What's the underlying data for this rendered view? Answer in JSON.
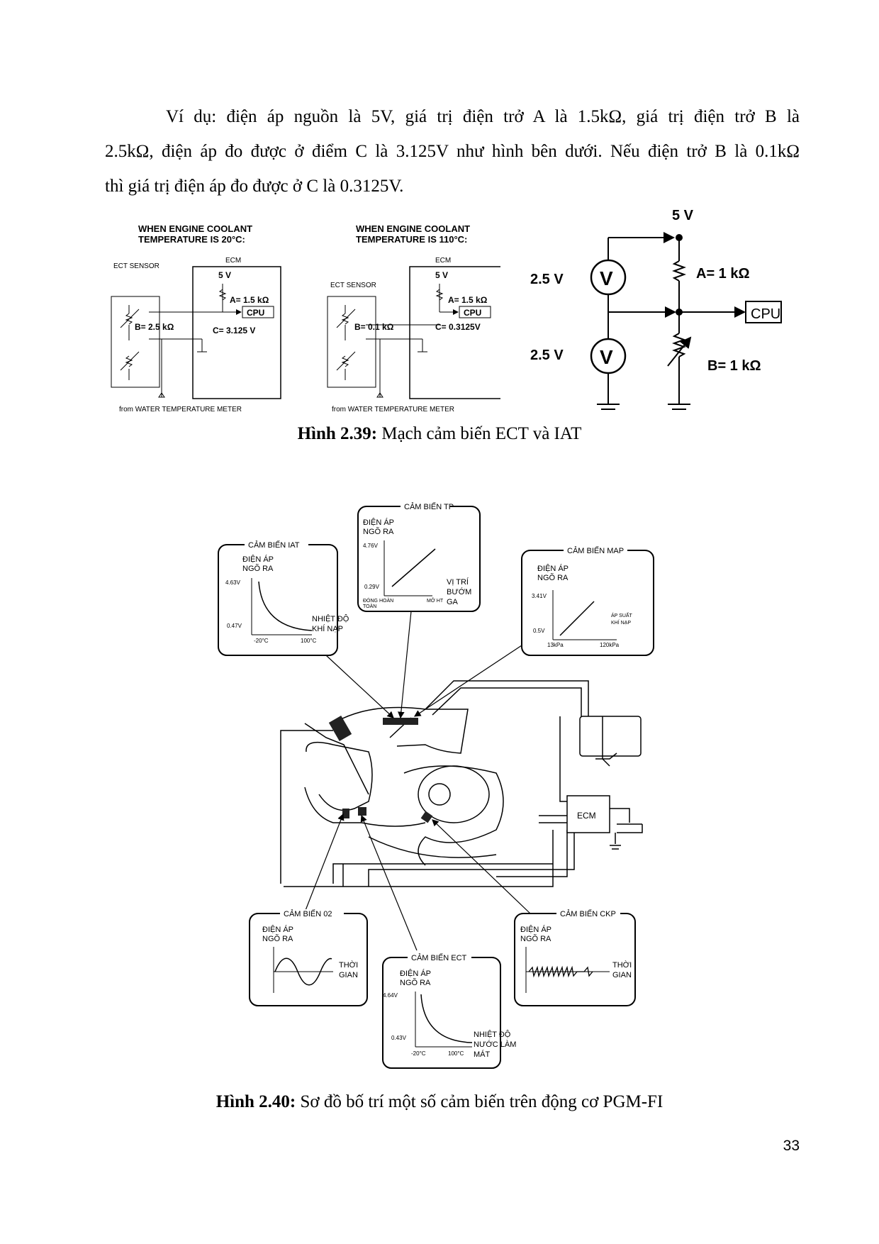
{
  "paragraph": {
    "line1": "Ví dụ: điện áp nguồn là 5V, giá trị điện trở A là 1.5kΩ, giá trị điện trở B là",
    "line2": "2.5kΩ, điện áp đo được ở điểm C là 3.125V như hình bên dưới. Nếu điện trở B là 0.1kΩ",
    "line3": "thì giá trị điện áp đo được ở C là 0.3125V."
  },
  "fig39": {
    "left": {
      "title1": "WHEN ENGINE COOLANT",
      "title2": "TEMPERATURE IS 20°C:",
      "sensor": "ECT SENSOR",
      "ecm": "ECM",
      "vsrc": "5 V",
      "a": "A= 1.5 kΩ",
      "cpu": "CPU",
      "b": "B= 2.5 kΩ",
      "c": "C= 3.125 V",
      "meter": "from WATER TEMPERATURE METER"
    },
    "middle": {
      "title1": "WHEN ENGINE COOLANT",
      "title2": "TEMPERATURE IS 110°C:",
      "sensor": "ECT SENSOR",
      "ecm": "ECM",
      "vsrc": "5 V",
      "a": "A= 1.5 kΩ",
      "cpu": "CPU",
      "b": "B= 0.1 kΩ",
      "c": "C= 0.3125V",
      "meter": "from WATER TEMPERATURE METER"
    },
    "right": {
      "vsrc": "5 V",
      "v_top": "2.5 V",
      "v_bottom": "2.5 V",
      "meter_symbol": "V",
      "a": "A= 1 kΩ",
      "b": "B= 1 kΩ",
      "cpu": "CPU"
    },
    "caption_bold": "Hình 2.39:",
    "caption_text": " Mạch cảm biến ECT và IAT"
  },
  "fig40": {
    "tp": {
      "title": "CẢM BIẾN TP",
      "ylabel1": "ĐIỆN ÁP",
      "ylabel2": "NGÕ RA",
      "y_high": "4.76V",
      "y_low": "0.29V",
      "x_low1": "ĐÓNG HOÀN",
      "x_low2": "TOÀN",
      "x_high": "MỞ HT",
      "xlabel1": "VỊ TRÍ",
      "xlabel2": "BƯỚM",
      "xlabel3": "GA"
    },
    "iat": {
      "title": "CẢM BIẾN IAT",
      "ylabel1": "ĐIỆN ÁP",
      "ylabel2": "NGÕ RA",
      "y_high": "4.63V",
      "y_low": "0.47V",
      "x_low": "-20°C",
      "x_high": "100°C",
      "xlabel1": "NHIỆT ĐỘ",
      "xlabel2": "KHÍ NẠP"
    },
    "map": {
      "title": "CẢM BIẾN MAP",
      "ylabel1": "ĐIỆN ÁP",
      "ylabel2": "NGÕ RA",
      "y_high": "3.41V",
      "y_low": "0.5V",
      "x_low": "13kPa",
      "x_high": "120kPa",
      "xlabel1": "ÁP SUẤT",
      "xlabel2": "KHÍ NẠP"
    },
    "o2": {
      "title": "CẢM BIẾN 02",
      "ylabel1": "ĐIỆN ÁP",
      "ylabel2": "NGÕ RA",
      "xlabel1": "THỜI",
      "xlabel2": "GIAN"
    },
    "ect": {
      "title": "CẢM BIẾN ECT",
      "ylabel1": "ĐIỆN ÁP",
      "ylabel2": "NGÕ RA",
      "y_high": "4.64V",
      "y_low": "0.43V",
      "x_low": "-20°C",
      "x_high": "100°C",
      "xlabel1": "NHIỆT ĐỘ",
      "xlabel2": "NƯỚC LÀM",
      "xlabel3": "MÁT"
    },
    "ckp": {
      "title": "CẢM BIẾN CKP",
      "ylabel1": "ĐIỆN ÁP",
      "ylabel2": "NGÕ RA",
      "xlabel1": "THỜI",
      "xlabel2": "GIAN"
    },
    "ecm": "ECM",
    "caption_bold": "Hình 2.40:",
    "caption_text": " Sơ đồ bố trí một số cảm biến trên động cơ PGM-FI"
  },
  "page_number": "33"
}
